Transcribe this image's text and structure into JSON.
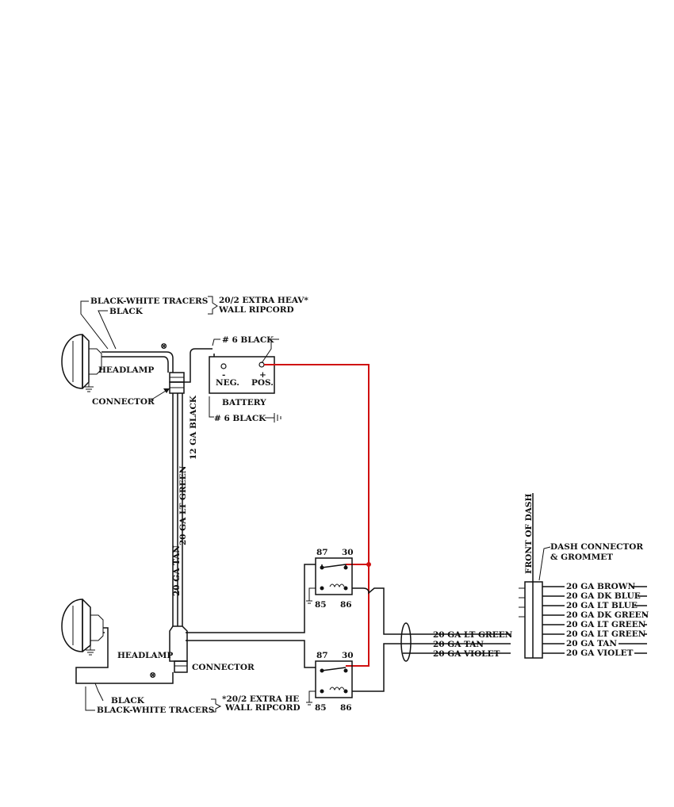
{
  "colors": {
    "wire": "#111111",
    "battery_feed": "#d01010",
    "background": "#ffffff"
  },
  "labels": {
    "upper_tracers": "BLACK-WHITE TRACERS",
    "upper_cord_1": "20/2 EXTRA HEAV*",
    "upper_cord_2": "WALL RIPCORD",
    "upper_black": "BLACK",
    "headlamp_upper": "HEADLAMP",
    "connector_upper": "CONNECTOR",
    "battery_top_wire": "# 6 BLACK",
    "battery_neg": "NEG.",
    "battery_pos": "POS.",
    "battery_minus": "-",
    "battery_plus": "+",
    "battery": "BATTERY",
    "battery_bottom_wire": "# 6 BLACK",
    "wire_12ga_black": "12 GA BLACK",
    "wire_20ga_lt_green": "20 GA LT GREEN",
    "wire_20ga_tan": "20 GA TAN",
    "relay1_87": "87",
    "relay1_30": "30",
    "relay1_85": "85",
    "relay1_86": "86",
    "relay2_87": "87",
    "relay2_30": "30",
    "relay2_85": "85",
    "relay2_86": "86",
    "headlamp_lower": "HEADLAMP",
    "connector_lower": "CONNECTOR",
    "lower_black": "BLACK",
    "lower_tracers": "BLACK-WHITE TRACERS",
    "lower_cord_1": "*20/2 EXTRA HE",
    "lower_cord_2": "WALL RIPCORD",
    "front_of_dash": "FRONT OF DASH",
    "dash_connector_1": "DASH CONNECTOR",
    "dash_connector_2": "& GROMMET",
    "mid_lt_green": "20 GA LT GREEN",
    "mid_tan": "20 GA TAN",
    "mid_violet": "20 GA VIOLET",
    "right_1": "20 GA BROWN",
    "right_2": "20 GA DK BLUE",
    "right_3": "20 GA LT BLUE",
    "right_4": "20 GA DK GREEN",
    "right_5": "20 GA LT GREEN",
    "right_6": "20 GA LT GREEN",
    "right_7": "20 GA TAN",
    "right_8": "20 GA VIOLET"
  }
}
